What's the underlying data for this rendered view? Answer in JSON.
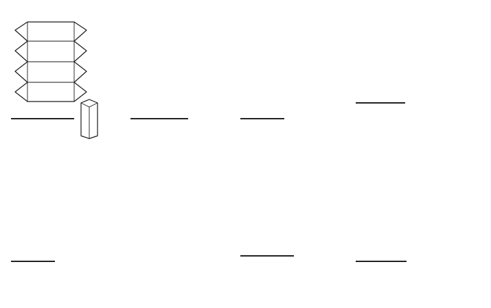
{
  "page": {
    "background": "#ffffff",
    "line_color": "#1a1a1a"
  },
  "panels": [
    {
      "id": "accordion-tray",
      "caption": "",
      "icon": "folding-box-template-icon"
    },
    {
      "id": "round-top-sleeve",
      "caption": "",
      "icon": "folding-box-template-icon"
    },
    {
      "id": "arch-lid-box",
      "caption": "",
      "icon": "folding-box-template-icon"
    },
    {
      "id": "scallop-carrier",
      "caption": "",
      "icon": "folding-box-template-icon"
    },
    {
      "id": "window-carton",
      "caption": "",
      "icon": "folding-box-template-icon"
    },
    {
      "id": "tuck-end-box",
      "caption": "",
      "icon": "folding-box-template-icon"
    },
    {
      "id": "tapered-angled-box",
      "caption": "",
      "icon": "folding-box-template-icon"
    },
    {
      "id": "bottle-shape-box",
      "caption": "",
      "icon": "folding-box-template-icon"
    }
  ]
}
